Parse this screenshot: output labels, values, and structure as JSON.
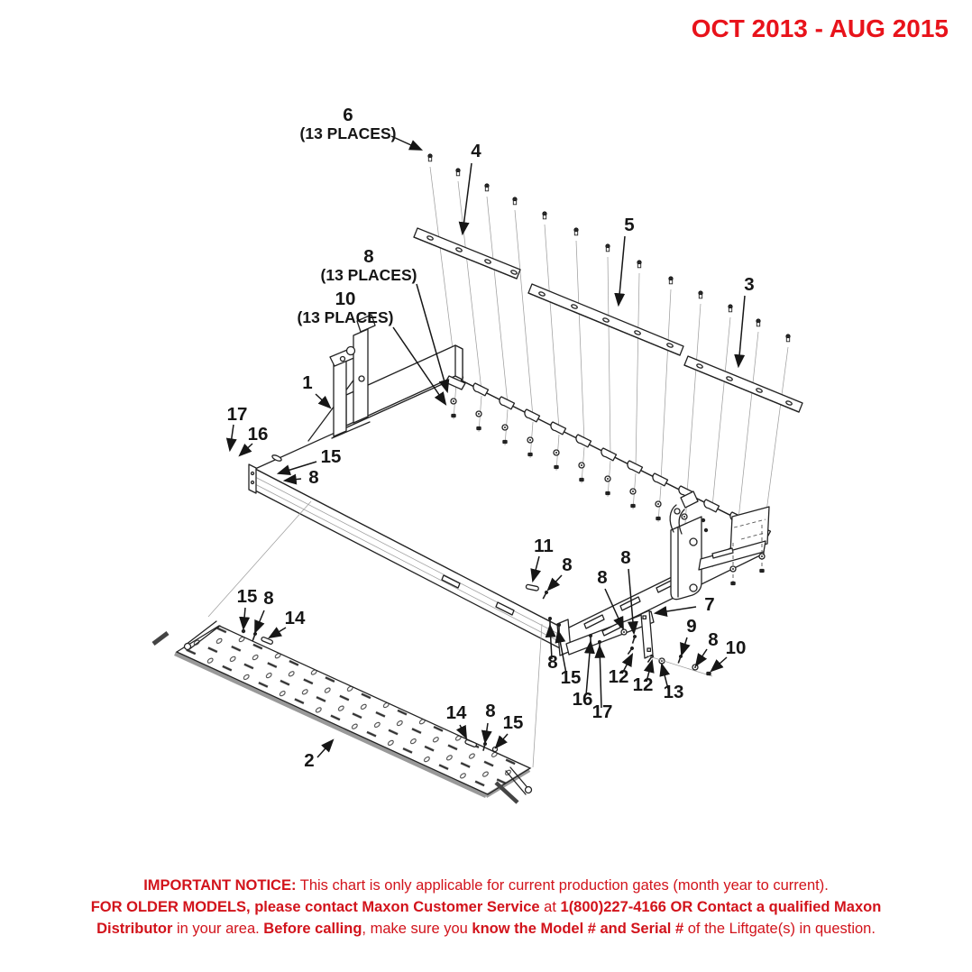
{
  "header": {
    "date_range": "OCT 2013 - AUG 2015",
    "color": "#e8131b"
  },
  "colors": {
    "accent_red": "#e8131b",
    "notice_red": "#d2131b",
    "line_dark": "#222222"
  },
  "diagram": {
    "description_visible_text_only": true
  },
  "callouts": [
    {
      "label": "6",
      "sub": "(13 PLACES)"
    },
    {
      "label": "4"
    },
    {
      "label": "5"
    },
    {
      "label": "3"
    },
    {
      "label": "8",
      "sub": "(13 PLACES)"
    },
    {
      "label": "10",
      "sub": "(13 PLACES)"
    },
    {
      "label": "1"
    },
    {
      "label": "17"
    },
    {
      "label": "16"
    },
    {
      "label": "15"
    },
    {
      "label": "8"
    },
    {
      "label": "11"
    },
    {
      "label": "8"
    },
    {
      "label": "8"
    },
    {
      "label": "8"
    },
    {
      "label": "7"
    },
    {
      "label": "9"
    },
    {
      "label": "8"
    },
    {
      "label": "10"
    },
    {
      "label": "12"
    },
    {
      "label": "12"
    },
    {
      "label": "13"
    },
    {
      "label": "8"
    },
    {
      "label": "15"
    },
    {
      "label": "16"
    },
    {
      "label": "17"
    },
    {
      "label": "15"
    },
    {
      "label": "8"
    },
    {
      "label": "14"
    },
    {
      "label": "2"
    },
    {
      "label": "14"
    },
    {
      "label": "8"
    },
    {
      "label": "15"
    }
  ],
  "notice": {
    "lines": [
      {
        "segments": [
          {
            "t": "IMPORTANT NOTICE:"
          },
          {
            "t": " This chart is only applicable for current production gates (month year to current)."
          }
        ]
      },
      {
        "segments": [
          {
            "t": "FOR OLDER MODELS, please contact Maxon Customer Service"
          },
          {
            "t": " at "
          },
          {
            "t": "1(800)227-4166 OR Contact a qualified Maxon"
          }
        ]
      },
      {
        "segments": [
          {
            "t": "Distributor"
          },
          {
            "t": " in your area. "
          },
          {
            "t": "Before calling"
          },
          {
            "t": ", make sure you "
          },
          {
            "t": "know the Model # and Serial #"
          },
          {
            "t": " of the Liftgate(s) in question."
          }
        ]
      }
    ]
  }
}
